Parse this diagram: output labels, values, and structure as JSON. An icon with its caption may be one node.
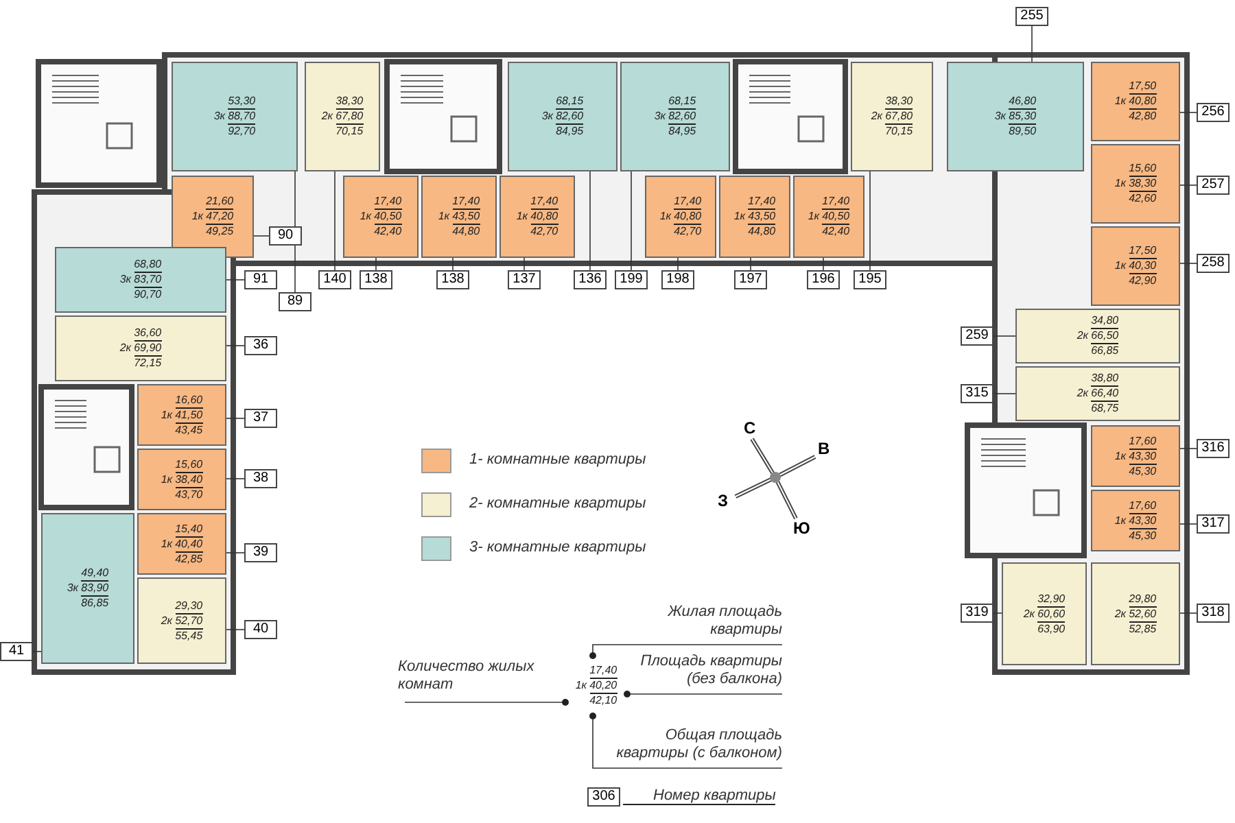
{
  "diagram": {
    "nodes": [
      {
        "text": [
          "53,30",
          "3к",
          "88,70",
          "92,70"
        ]
      },
      {
        "text": [
          "38,30",
          "2к",
          "67,80",
          "70,15"
        ]
      },
      {
        "text": [
          "68,15",
          "3к",
          "82,60",
          "84,95"
        ]
      },
      {
        "text": [
          "68,15",
          "3к",
          "82,60",
          "84,95"
        ]
      },
      {
        "text": [
          "38,30",
          "2к",
          "67,80",
          "70,15"
        ]
      },
      {
        "text": [
          "46,80",
          "3к",
          "85,30",
          "89,50"
        ]
      },
      {
        "text": [
          "21,60",
          "1к",
          "47,20",
          "49,25"
        ]
      },
      {
        "text": [
          "17,40",
          "1к",
          "40,50",
          "42,40"
        ]
      },
      {
        "text": [
          "17,40",
          "1к",
          "43,50",
          "44,80"
        ]
      },
      {
        "text": [
          "17,40",
          "1к",
          "40,80",
          "42,70"
        ]
      },
      {
        "text": [
          "17,40",
          "1к",
          "40,80",
          "42,70"
        ]
      },
      {
        "text": [
          "17,40",
          "1к",
          "43,50",
          "44,80"
        ]
      },
      {
        "text": [
          "17,40",
          "1к",
          "40,50",
          "42,40"
        ]
      },
      {
        "text": [
          "17,50",
          "1к",
          "40,80",
          "42,80"
        ]
      },
      {
        "text": [
          "15,60",
          "1к",
          "38,30",
          "42,60"
        ]
      },
      {
        "text": [
          "17,50",
          "1к",
          "40,30",
          "42,90"
        ]
      },
      {
        "text": [
          "68,80",
          "3к",
          "83,70",
          "90,70"
        ]
      },
      {
        "text": [
          "36,60",
          "2к",
          "69,90",
          "72,15"
        ]
      },
      {
        "text": [
          "34,80",
          "2к",
          "66,50",
          "66,85"
        ]
      },
      {
        "text": [
          "38,80",
          "2к",
          "66,40",
          "68,75"
        ]
      },
      {
        "text": [
          "16,60",
          "1к",
          "41,50",
          "43,45"
        ]
      },
      {
        "text": [
          "17,60",
          "1к",
          "43,30",
          "45,30"
        ]
      },
      {
        "text": [
          "15,60",
          "1к",
          "38,40",
          "43,70"
        ]
      },
      {
        "text": [
          "15,40",
          "1к",
          "40,40",
          "42,85"
        ]
      },
      {
        "text": [
          "17,60",
          "1к",
          "43,30",
          "45,30"
        ]
      },
      {
        "text": [
          "49,40",
          "3к",
          "83,90",
          "86,85"
        ]
      },
      {
        "text": [
          "29,30",
          "2к",
          "52,70",
          "55,45"
        ]
      },
      {
        "text": [
          "32,90",
          "2к",
          "60,60",
          "63,90"
        ]
      },
      {
        "text": [
          "29,80",
          "2к",
          "52,60",
          "52,85"
        ]
      },
      {
        "text": [
          "89"
        ]
      },
      {
        "text": [
          "140"
        ]
      },
      {
        "text": [
          "136"
        ]
      },
      {
        "text": [
          "199"
        ]
      },
      {
        "text": [
          "195"
        ]
      },
      {
        "text": [
          "255"
        ]
      },
      {
        "text": [
          "90"
        ]
      },
      {
        "text": [
          "138"
        ]
      },
      {
        "text": [
          "138"
        ]
      },
      {
        "text": [
          "137"
        ]
      },
      {
        "text": [
          "198"
        ]
      },
      {
        "text": [
          "197"
        ]
      },
      {
        "text": [
          "196"
        ]
      },
      {
        "text": [
          "256"
        ]
      },
      {
        "text": [
          "257"
        ]
      },
      {
        "text": [
          "258"
        ]
      },
      {
        "text": [
          "91"
        ]
      },
      {
        "text": [
          "36"
        ]
      },
      {
        "text": [
          "259"
        ]
      },
      {
        "text": [
          "315"
        ]
      },
      {
        "text": [
          "37"
        ]
      },
      {
        "text": [
          "316"
        ]
      },
      {
        "text": [
          "38"
        ]
      },
      {
        "text": [
          "39"
        ]
      },
      {
        "text": [
          "317"
        ]
      },
      {
        "text": [
          "41"
        ]
      },
      {
        "text": [
          "40"
        ]
      },
      {
        "text": [
          "319"
        ]
      },
      {
        "text": [
          "318"
        ]
      },
      {
        "text": [
          "17,40",
          "1к",
          "40,20",
          "42,10"
        ]
      },
      {
        "text": [
          "Количество жилых комнат"
        ]
      },
      {
        "text": [
          "Жилая площадь квартиры"
        ]
      },
      {
        "text": [
          "Площадь квартиры (без балкона)"
        ]
      },
      {
        "text": [
          "Общая площадь квартиры (с балконом)"
        ]
      },
      {
        "text": [
          "306"
        ],
        "beside": [
          "Номер квартиры"
        ]
      }
    ],
    "edges": [
      {
        "from": 29,
        "to": 0,
        "arrow": "none"
      },
      {
        "from": 30,
        "to": 1,
        "arrow": "none"
      },
      {
        "from": 31,
        "to": 2,
        "arrow": "none"
      },
      {
        "from": 32,
        "to": 3,
        "arrow": "none"
      },
      {
        "from": 33,
        "to": 4,
        "arrow": "none"
      },
      {
        "from": 34,
        "to": 5,
        "arrow": "none"
      },
      {
        "from": 35,
        "to": 6,
        "arrow": "none"
      },
      {
        "from": 36,
        "to": 7,
        "arrow": "none"
      },
      {
        "from": 37,
        "to": 8,
        "arrow": "none"
      },
      {
        "from": 38,
        "to": 9,
        "arrow": "none"
      },
      {
        "from": 39,
        "to": 10,
        "arrow": "none"
      },
      {
        "from": 40,
        "to": 11,
        "arrow": "none"
      },
      {
        "from": 41,
        "to": 12,
        "arrow": "none"
      },
      {
        "from": 42,
        "to": 13,
        "arrow": "none"
      },
      {
        "from": 43,
        "to": 14,
        "arrow": "none"
      },
      {
        "from": 44,
        "to": 15,
        "arrow": "none"
      },
      {
        "from": 45,
        "to": 16,
        "arrow": "none"
      },
      {
        "from": 46,
        "to": 17,
        "arrow": "none"
      },
      {
        "from": 47,
        "to": 18,
        "arrow": "none"
      },
      {
        "from": 48,
        "to": 19,
        "arrow": "none"
      },
      {
        "from": 49,
        "to": 20,
        "arrow": "none"
      },
      {
        "from": 50,
        "to": 21,
        "arrow": "none"
      },
      {
        "from": 51,
        "to": 22,
        "arrow": "none"
      },
      {
        "from": 52,
        "to": 23,
        "arrow": "none"
      },
      {
        "from": 53,
        "to": 24,
        "arrow": "none"
      },
      {
        "from": 54,
        "to": 25,
        "arrow": "none"
      },
      {
        "from": 55,
        "to": 26,
        "arrow": "none"
      },
      {
        "from": 56,
        "to": 27,
        "arrow": "none"
      },
      {
        "from": 57,
        "to": 28,
        "arrow": "none"
      },
      {
        "from": 59,
        "to": 58,
        "arrow": "other"
      },
      {
        "from": 60,
        "to": 58,
        "arrow": "other"
      },
      {
        "from": 61,
        "to": 58,
        "arrow": "other"
      },
      {
        "from": 62,
        "to": 58,
        "arrow": "other"
      }
    ],
    "labels": [
      "С",
      "В",
      "Ю",
      "З"
    ],
    "legend": [
      {
        "text": "1- комнатные квартиры",
        "color": "#f7b883"
      },
      {
        "text": "2- комнатные квартиры",
        "color": "#f6f0d2"
      },
      {
        "text": "3- комнатные квартиры",
        "color": "#b7dbd7"
      }
    ]
  }
}
